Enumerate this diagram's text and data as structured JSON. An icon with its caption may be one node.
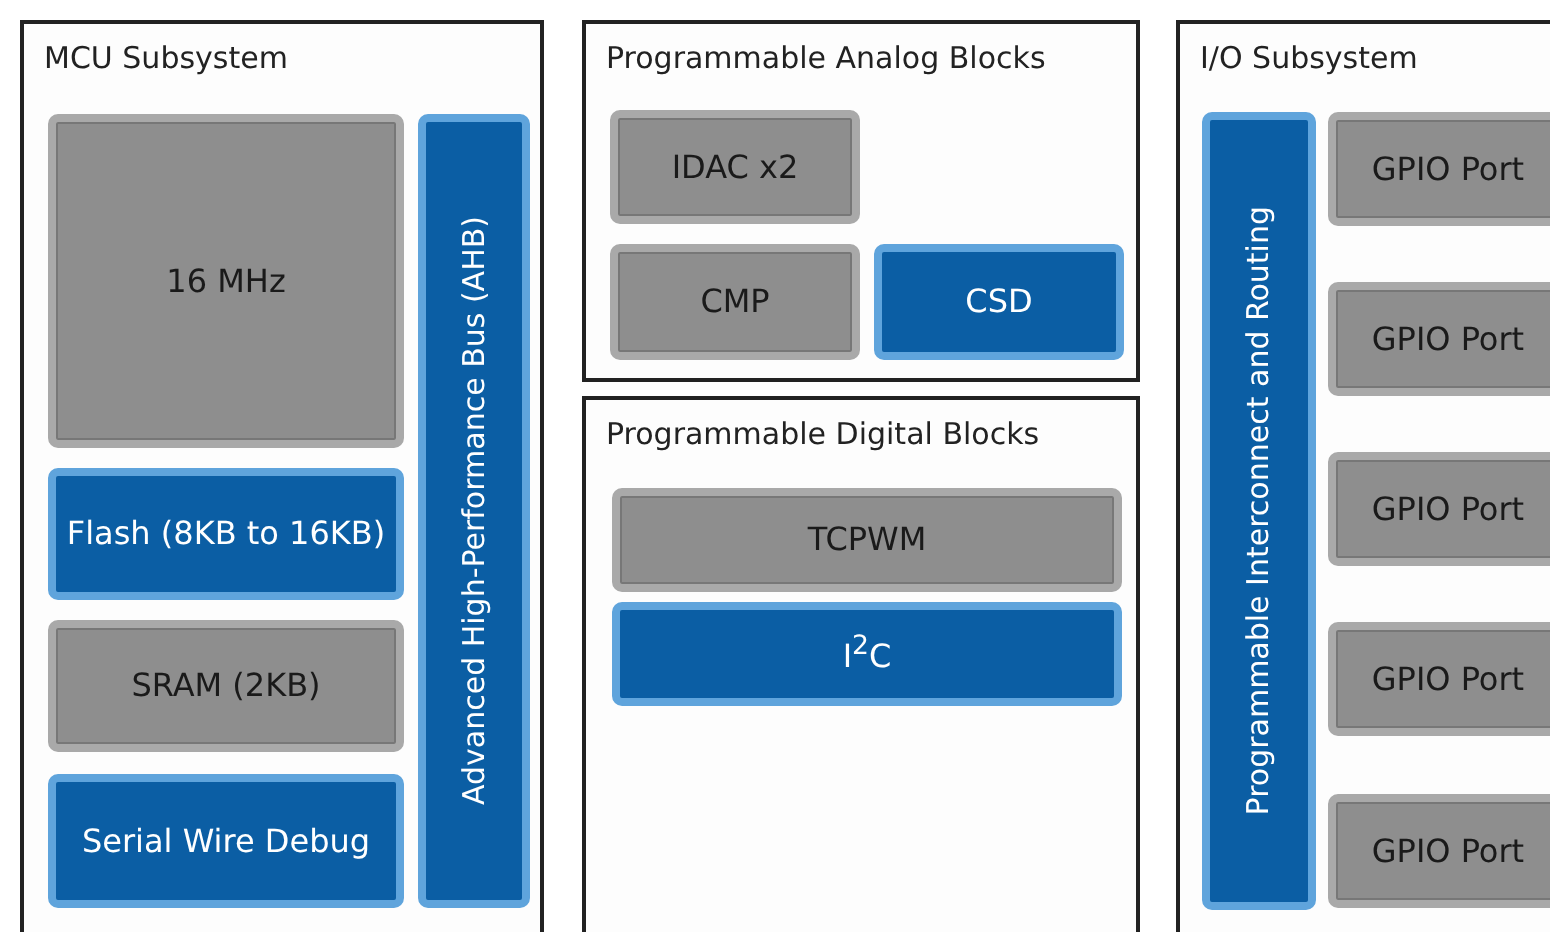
{
  "diagram": {
    "nodes": [
      {
        "text": [
          "MCU Subsystem"
        ]
      },
      {
        "text": [
          "16 MHz"
        ],
        "in": 0
      },
      {
        "text": [
          "Flash (8KB to 16KB)"
        ],
        "in": 0
      },
      {
        "text": [
          "SRAM (2KB)"
        ],
        "in": 0
      },
      {
        "text": [
          "Serial Wire Debug"
        ],
        "in": 0
      },
      {
        "text": [
          "Advanced High-Performance Bus (AHB)"
        ],
        "in": 0
      },
      {
        "text": [
          "Programmable Analog Blocks"
        ]
      },
      {
        "text": [
          "IDAC x2"
        ],
        "in": 6
      },
      {
        "text": [
          "CMP"
        ],
        "in": 6
      },
      {
        "text": [
          "CSD"
        ],
        "in": 6
      },
      {
        "text": [
          "Programmable Digital Blocks"
        ]
      },
      {
        "text": [
          "TCPWM"
        ],
        "in": 10
      },
      {
        "text": [
          "I$^{2}$C"
        ],
        "in": 10
      },
      {
        "text": [
          "I/O Subsystem"
        ]
      },
      {
        "text": [
          "Programmable Interconnect and Routing"
        ],
        "in": 13
      },
      {
        "text": [
          "GPIO Port"
        ],
        "in": 13
      },
      {
        "text": [
          "GPIO Port"
        ],
        "in": 13
      },
      {
        "text": [
          "GPIO Port"
        ],
        "in": 13
      },
      {
        "text": [
          "GPIO Port"
        ],
        "in": 13
      },
      {
        "text": [
          "GPIO Port"
        ],
        "in": 13
      }
    ]
  }
}
